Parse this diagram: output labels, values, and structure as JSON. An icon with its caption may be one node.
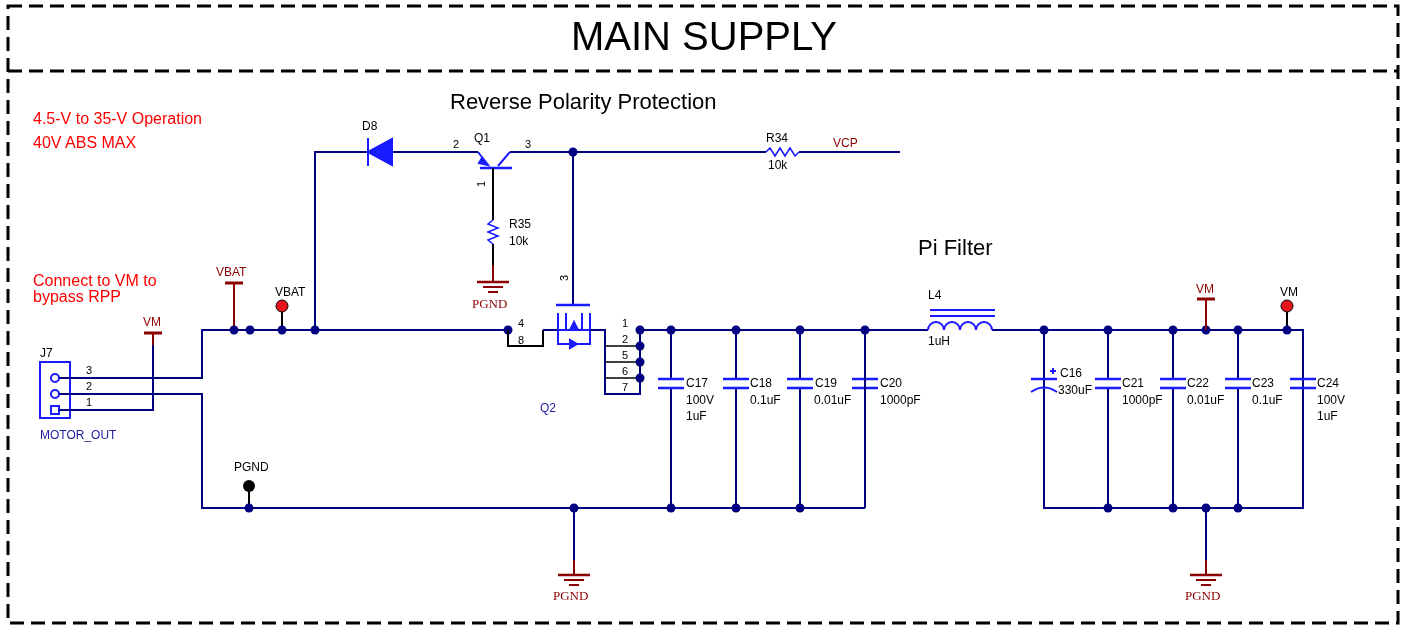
{
  "diagram": {
    "title": "MAIN SUPPLY",
    "labels": [
      "Reverse Polarity Protection",
      "4.5-V to 35-V Operation",
      "40V ABS MAX",
      "D8",
      "2",
      "Q1",
      "3",
      "R34",
      "VCP",
      "10k",
      "1",
      "R35",
      "10k",
      "Pi Filter",
      "VBAT",
      "Connect to VM to bypass RPP",
      "VBAT",
      "L4",
      "VM",
      "VM",
      "3",
      "PGND",
      "VM",
      "4",
      "1",
      "8",
      "2",
      "J7",
      "1uH",
      "5",
      "3",
      "6",
      "2",
      "7",
      "1",
      "C16",
      "330uF",
      "C17",
      "100V",
      "1uF",
      "C18",
      "0.1uF",
      "C19",
      "0.01uF",
      "C20",
      "1000pF",
      "C21",
      "1000pF",
      "C22",
      "0.01uF",
      "C23",
      "0.1uF",
      "C24",
      "100V",
      "1uF",
      "Q2",
      "MOTOR_OUT",
      "PGND",
      "PGND",
      "PGND"
    ]
  }
}
